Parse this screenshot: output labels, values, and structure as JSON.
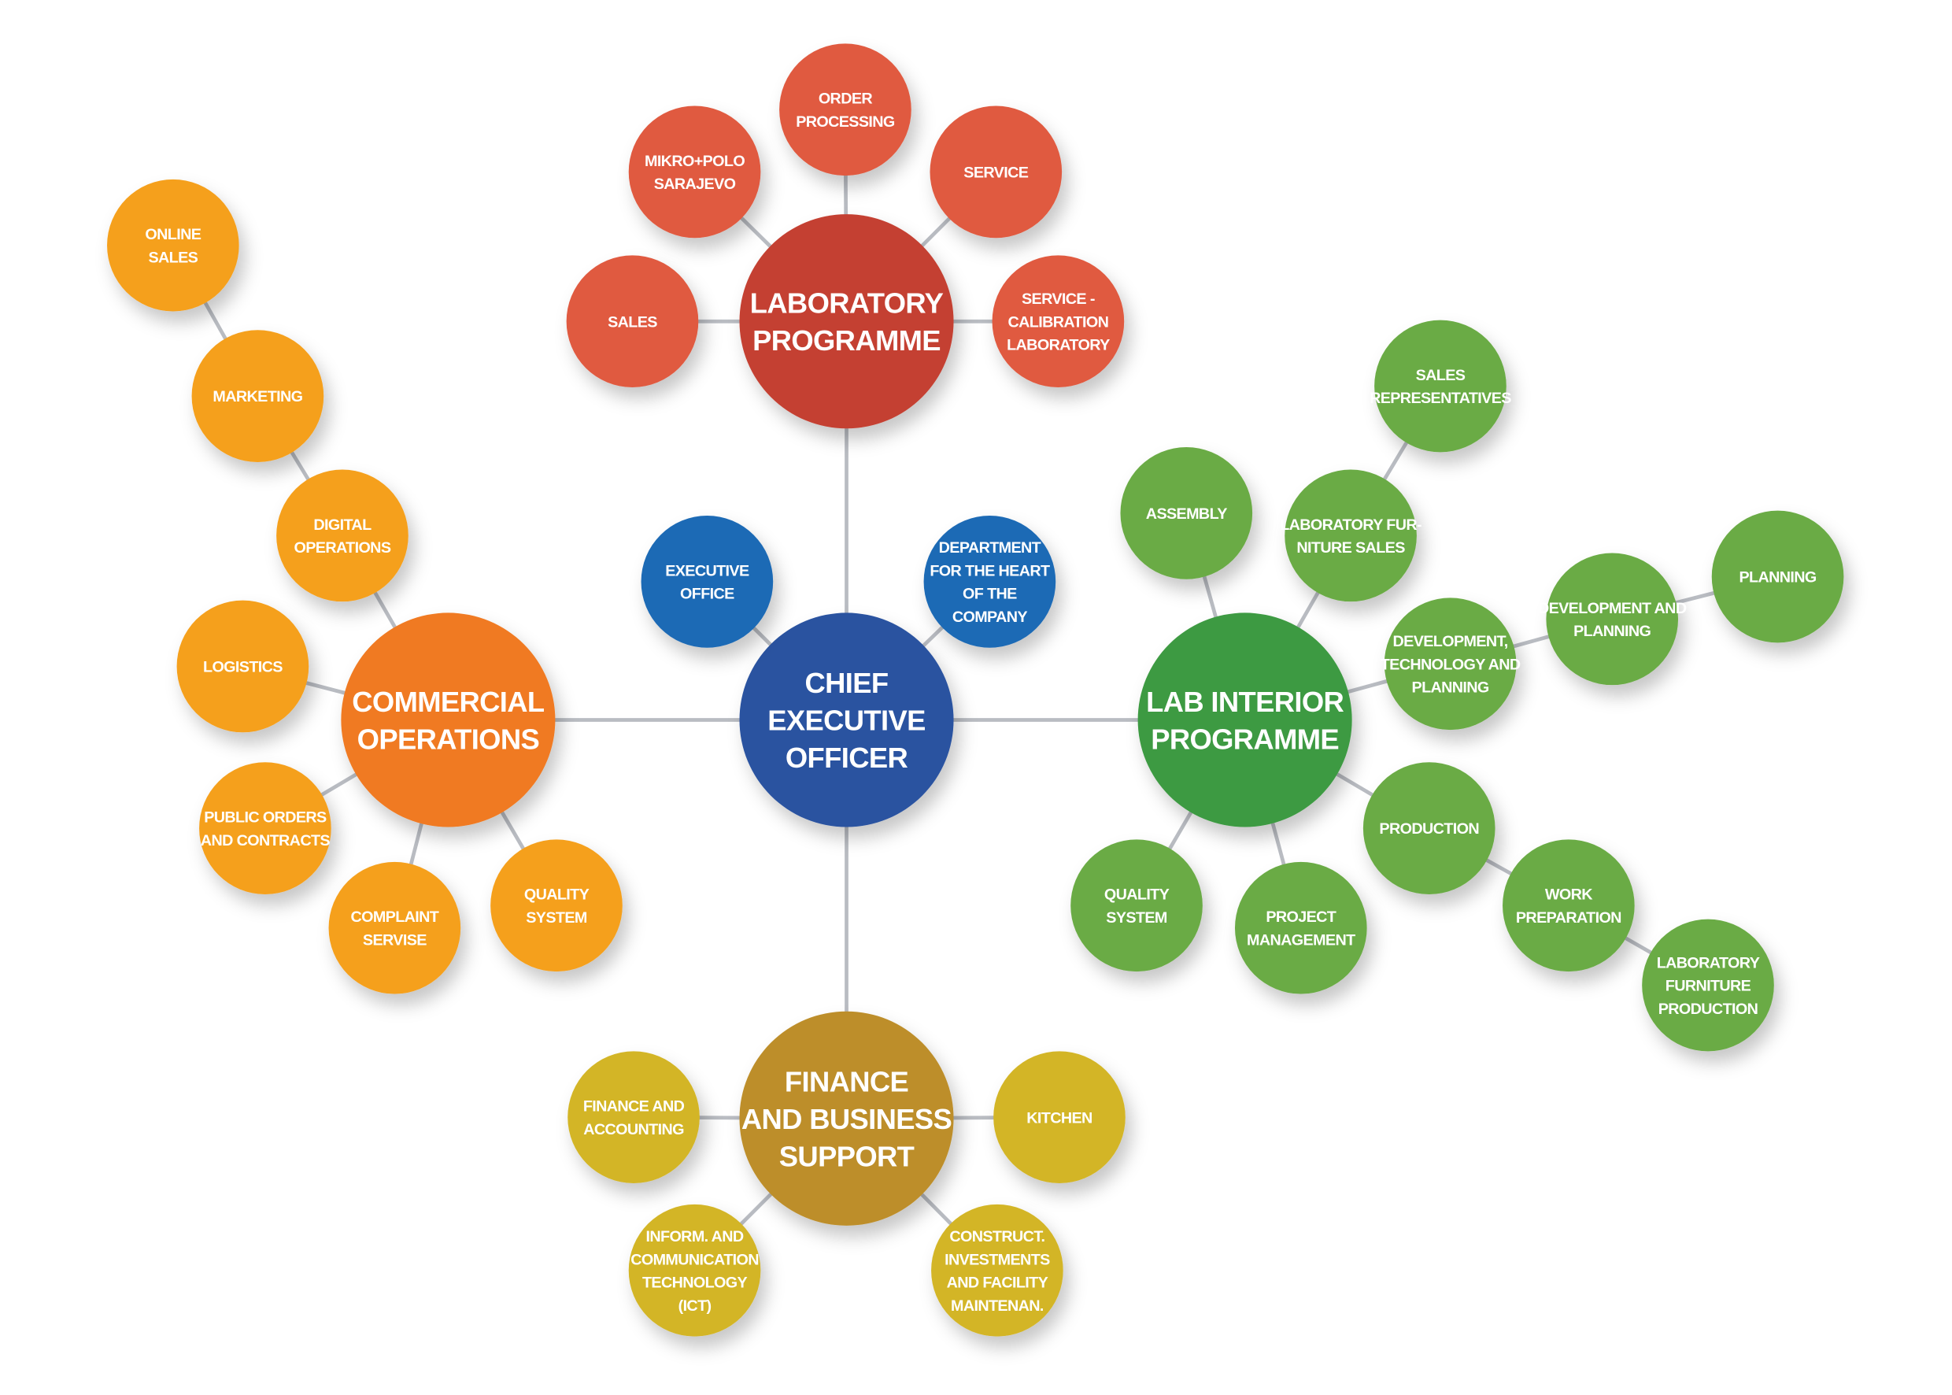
{
  "colors": {
    "ceo": "#2a52a0",
    "ceo_child": "#1e6ab5",
    "laboratory_hub": "#c44131",
    "laboratory_child": "#e05a40",
    "commercial_hub": "#f07a22",
    "commercial_child": "#f5a01f",
    "interior_hub": "#3e9a42",
    "interior_child": "#6aab44",
    "finance_hub": "#bd8e2b",
    "finance_child": "#d3b526",
    "connector": "#b9bcc2"
  },
  "nodes": {
    "ceo": [
      "CHIEF",
      "EXECUTIVE",
      "OFFICER"
    ],
    "executive_office": [
      "EXECUTIVE",
      "OFFICE"
    ],
    "department_heart": [
      "DEPARTMENT",
      "FOR THE HEART",
      "OF THE",
      "COMPANY"
    ],
    "laboratory_programme": [
      "LABORATORY",
      "PROGRAMME"
    ],
    "order_processing": [
      "ORDER",
      "PROCESSING"
    ],
    "mikro_polo": [
      "MIKRO+POLO",
      "SARAJEVO"
    ],
    "service": [
      "SERVICE"
    ],
    "sales": [
      "SALES"
    ],
    "service_calibration": [
      "SERVICE -",
      "CALIBRATION",
      "LABORATORY"
    ],
    "commercial_operations": [
      "COMMERCIAL",
      "OPERATIONS"
    ],
    "online_sales": [
      "ONLINE",
      "SALES"
    ],
    "marketing": [
      "MARKETING"
    ],
    "digital_operations": [
      "DIGITAL",
      "OPERATIONS"
    ],
    "logistics": [
      "LOGISTICS"
    ],
    "public_orders": [
      "PUBLIC ORDERS",
      "AND CONTRACTS"
    ],
    "complaint_servise": [
      "COMPLAINT",
      "SERVISE"
    ],
    "quality_system_commercial": [
      "QUALITY",
      "SYSTEM"
    ],
    "lab_interior_programme": [
      "LAB INTERIOR",
      "PROGRAMME"
    ],
    "sales_representatives": [
      "SALES",
      "REPRESENTATIVES"
    ],
    "assembly": [
      "ASSEMBLY"
    ],
    "lab_furniture_sales": [
      "LABORATORY FUR-",
      "NITURE SALES"
    ],
    "dev_tech_planning": [
      "DEVELOPMENT,",
      "TECHNOLOGY AND",
      "PLANNING"
    ],
    "dev_and_planning": [
      "DEVELOPMENT AND",
      "PLANNING"
    ],
    "planning": [
      "PLANNING"
    ],
    "production": [
      "PRODUCTION"
    ],
    "quality_system_interior": [
      "QUALITY",
      "SYSTEM"
    ],
    "project_management": [
      "PROJECT",
      "MANAGEMENT"
    ],
    "work_preparation": [
      "WORK",
      "PREPARATION"
    ],
    "lab_furniture_production": [
      "LABORATORY",
      "FURNITURE",
      "PRODUCTION"
    ],
    "finance_business_support": [
      "FINANCE",
      "AND BUSINESS",
      "SUPPORT"
    ],
    "finance_accounting": [
      "FINANCE AND",
      "ACCOUNTING"
    ],
    "kitchen": [
      "KITCHEN"
    ],
    "ict": [
      "INFORM. AND",
      "COMMUNICATION",
      "TECHNOLOGY",
      "(ICT)"
    ],
    "construct_investments": [
      "CONSTRUCT.",
      "INVESTMENTS",
      "AND FACILITY",
      "MAINTENAN."
    ]
  }
}
